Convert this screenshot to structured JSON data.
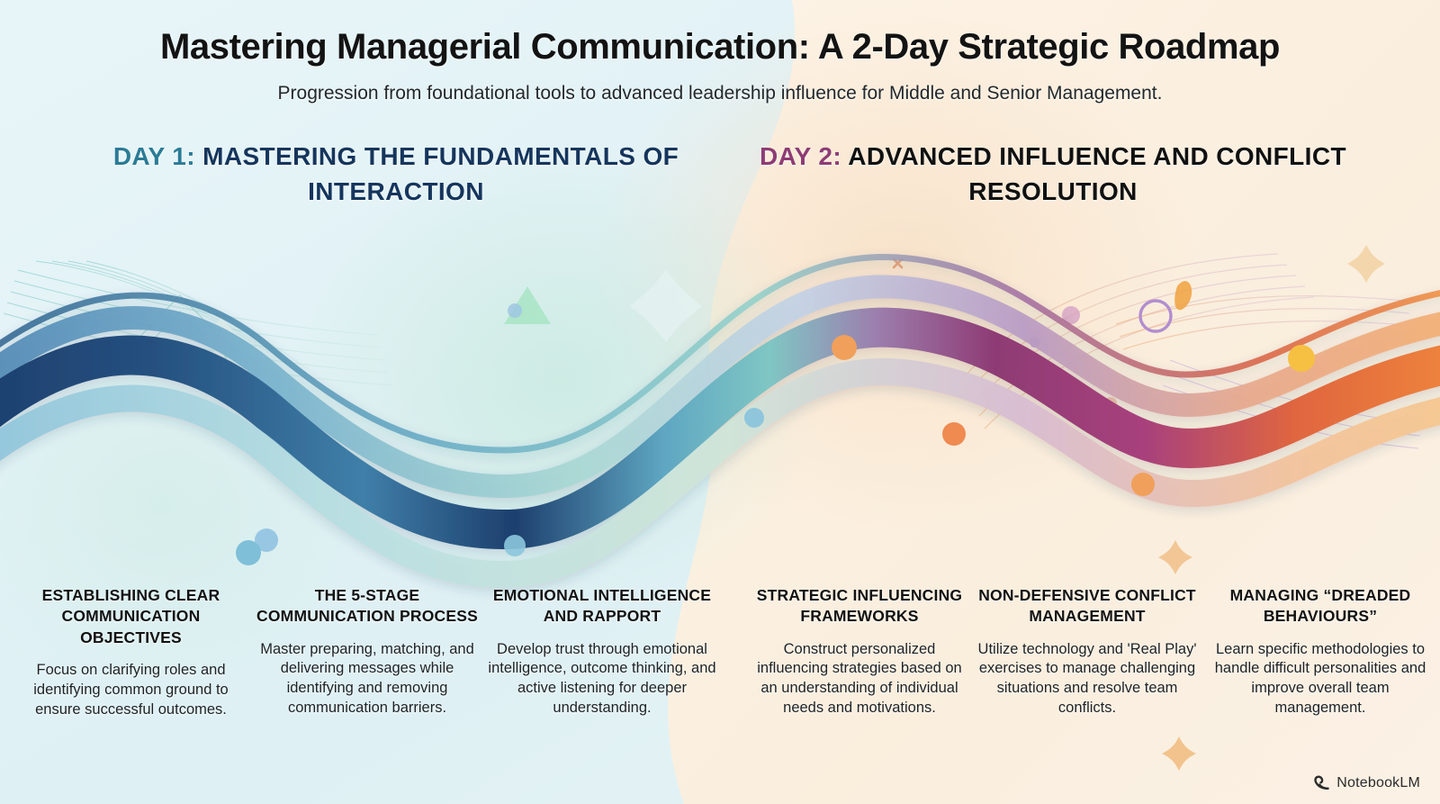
{
  "header": {
    "title": "Mastering Managerial Communication: A 2-Day Strategic Roadmap",
    "subtitle": "Progression from foundational tools to advanced leadership influence for Middle and Senior Management."
  },
  "days": [
    {
      "accent_label": "DAY 1:",
      "title_rest": " MASTERING THE FUNDAMENTALS OF INTERACTION",
      "accent_color": "#2a7b96",
      "text_color": "#15355c"
    },
    {
      "accent_label": "DAY 2:",
      "title_rest": " ADVANCED INFLUENCE AND CONFLICT RESOLUTION",
      "accent_color": "#8e3b74",
      "text_color": "#111111"
    }
  ],
  "steps": [
    {
      "title": "ESTABLISHING CLEAR COMMUNICATION OBJECTIVES",
      "desc": "Focus on clarifying roles and identifying common ground to ensure successful outcomes.",
      "icon": "compass-icon"
    },
    {
      "title": "THE 5-STAGE COMMUNICATION PROCESS",
      "desc": "Master preparing, matching, and delivering messages while identifying and removing communication barriers.",
      "icon": "process-cycle-icon"
    },
    {
      "title": "EMOTIONAL INTELLIGENCE AND RAPPORT",
      "desc": "Develop trust through emotional intelligence, outcome thinking, and active listening for deeper understanding.",
      "icon": "brain-handshake-icon"
    },
    {
      "title": "STRATEGIC INFLUENCING FRAMEWORKS",
      "desc": "Construct personalized influencing strategies based on an understanding of individual needs and motivations.",
      "icon": "gear-network-icon"
    },
    {
      "title": "NON-DEFENSIVE CONFLICT MANAGEMENT",
      "desc": "Utilize technology and 'Real Play' exercises to manage challenging situations and resolve team conflicts.",
      "icon": "dialogue-shield-icon"
    },
    {
      "title": "MANAGING “DREADED BEHAVIOURS”",
      "desc": "Learn specific methodologies to handle difficult personalities and improve overall team management.",
      "icon": "leader-team-icon"
    }
  ],
  "watermark": {
    "label": "NotebookLM",
    "icon": "notebooklm-spiral-icon"
  },
  "palette": {
    "bg_left": "#e4f2f6",
    "bg_right": "#faf0e0",
    "ribbon_day1_dark": "#1d3f6e",
    "ribbon_day1_mid": "#4a8fb5",
    "ribbon_day1_teal": "#7fc6c4",
    "ribbon_day2_purple": "#8e3b74",
    "ribbon_day2_magenta": "#a8417c",
    "ribbon_day2_orange": "#ef7b38",
    "accent_orange": "#ef7b38",
    "node_blue": "#7fbfd8",
    "node_orange": "#f0a05a"
  }
}
